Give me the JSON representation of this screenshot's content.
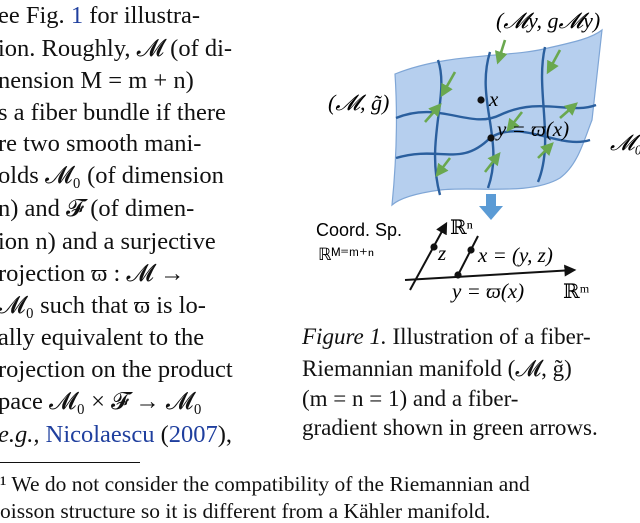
{
  "left_column": {
    "lines": [
      [
        "ee Fig. ",
        "1",
        " for illustra-"
      ],
      [
        "ion. Roughly, 𝓜 (of di-"
      ],
      [
        "nension  M  =  m + n)"
      ],
      [
        "s a fiber bundle if there"
      ],
      [
        "re  two  smooth  mani-"
      ],
      [
        "olds 𝓜₀ (of dimension"
      ],
      [
        "n)  and  𝓕  (of  dimen-"
      ],
      [
        "ion n) and a surjective"
      ],
      [
        "rojection  ϖ  :  𝓜  →"
      ],
      [
        "𝓜₀  such  that  ϖ  is  lo-"
      ],
      [
        "ally  equivalent  to  the"
      ],
      [
        "rojection on the product"
      ],
      [
        "pace 𝓜₀ × 𝓕 → 𝓜₀"
      ],
      [
        "e.g., ",
        "Nicolaescu",
        " (",
        "2007",
        "),"
      ]
    ]
  },
  "figure": {
    "labels": {
      "fiber": "(𝓜y, g𝓜y)",
      "manifold": "(𝓜, g̃)",
      "point_x": "x",
      "point_y": "y = ϖ(x)",
      "base": "𝓜₀",
      "rn": "ℝⁿ",
      "coord_title": "Coord. Sp.",
      "coord_space": "ℝᴹ⁼ᵐ⁺ⁿ",
      "z": "z",
      "x_coords": "x = (y, z)",
      "y_coords": "y = ϖ(x)",
      "rm": "ℝᵐ"
    },
    "colors": {
      "sheet": "#b6cfee",
      "sheet_edge": "#7fa6d6",
      "curves": "#2a5f9e",
      "arrows": "#6aa84f",
      "down_arrow": "#5b9bd5"
    }
  },
  "caption": {
    "label": "Figure 1.",
    "line1": " Illustration of a fiber-",
    "line2": "Riemannian manifold  (𝓜, g̃)",
    "line3": "(m  =  n  =  1) and a fiber-",
    "line4": "gradient shown in green arrows."
  },
  "footnote": {
    "line1": "¹ We do not consider the compatibility of the Riemannian and",
    "line2": "oisson structure so it is different from a Kähler manifold."
  }
}
